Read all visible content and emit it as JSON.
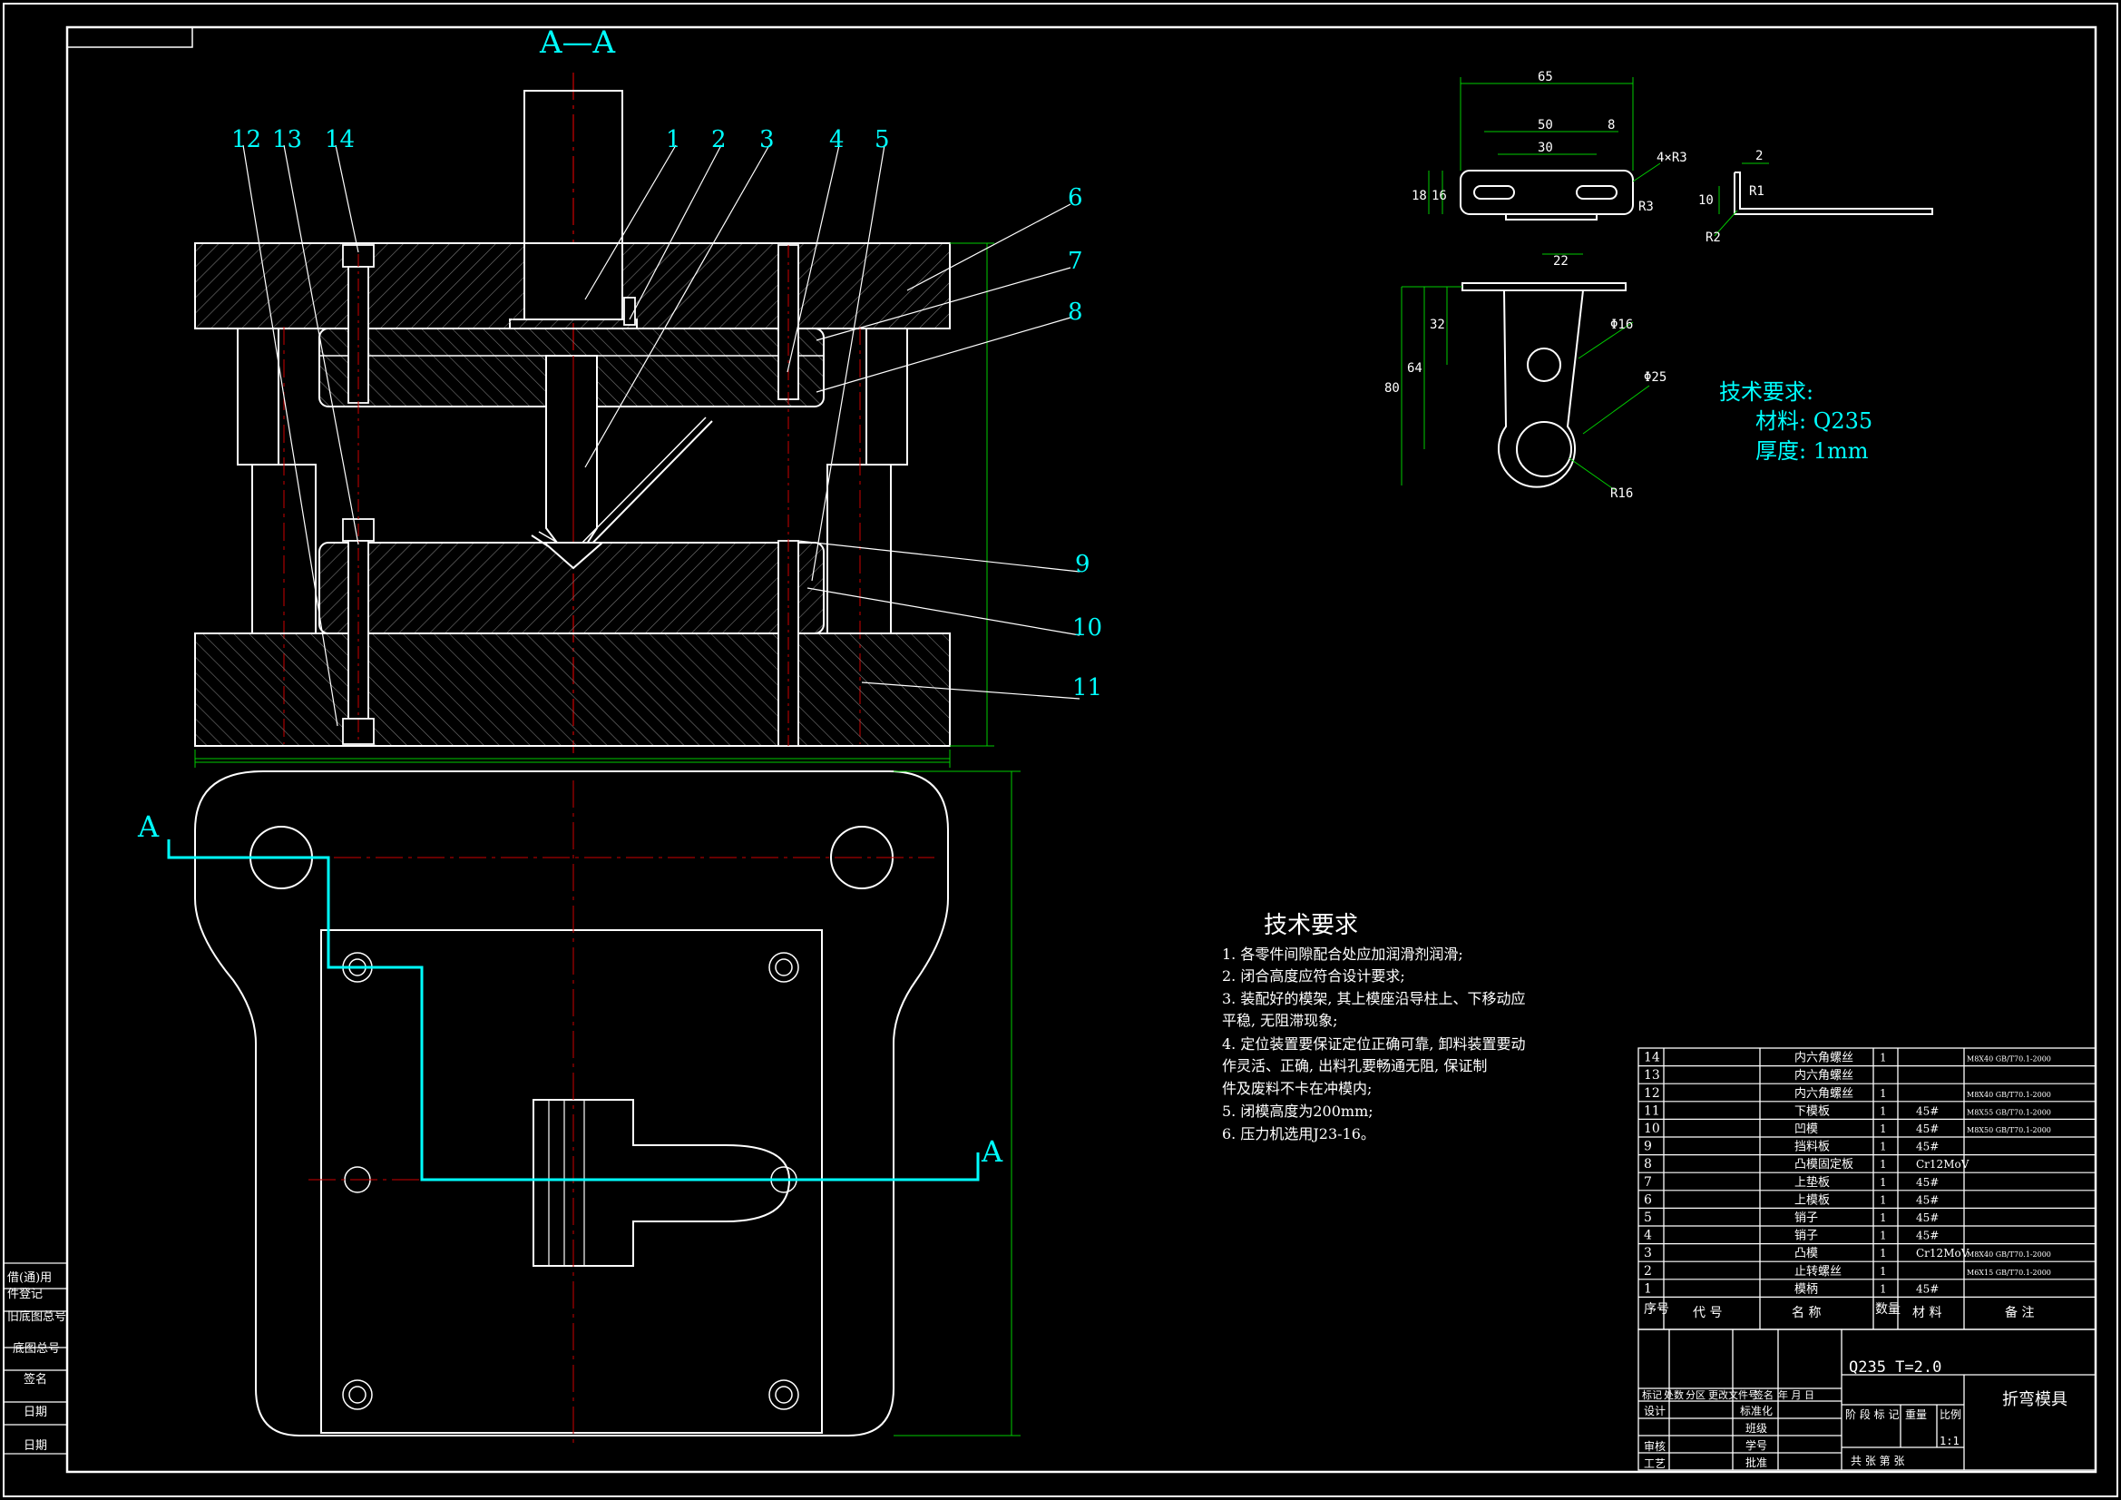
{
  "section_label": "A—A",
  "cut_labels": [
    "A",
    "A"
  ],
  "part_callouts": [
    "1",
    "2",
    "3",
    "4",
    "5",
    "6",
    "7",
    "8",
    "9",
    "10",
    "11",
    "12",
    "13",
    "14"
  ],
  "part_dims": {
    "top_view": [
      "65",
      "50",
      "30",
      "8",
      "4×R3",
      "18",
      "16",
      "R3"
    ],
    "side_view": [
      "2",
      "R1",
      "10",
      "R2"
    ],
    "front_view": [
      "22",
      "32",
      "64",
      "80",
      "Φ16",
      "Φ25",
      "R16"
    ]
  },
  "part_requirements": {
    "title": "技术要求:",
    "material": "材料: Q235",
    "thickness": "厚度: 1mm"
  },
  "assembly_requirements": {
    "title": "技术要求",
    "items": [
      "1. 各零件间隙配合处应加润滑剂润滑;",
      "2. 闭合高度应符合设计要求;",
      "3. 装配好的模架, 其上模座沿导柱上、下移动应",
      "   平稳, 无阻滞现象;",
      "4. 定位装置要保证定位正确可靠, 卸料装置要动",
      "   作灵活、正确, 出料孔要畅通无阻, 保证制",
      "   件及废料不卡在冲模内;",
      "5. 闭模高度为200mm;",
      "6. 压力机选用J23-16。"
    ]
  },
  "bom": {
    "rows": [
      {
        "no": "14",
        "name": "内六角螺丝",
        "qty": "1",
        "mat": "",
        "note": "M8X40 GB/T70.1-2000"
      },
      {
        "no": "13",
        "name": "内六角螺丝",
        "qty": "",
        "mat": "",
        "note": ""
      },
      {
        "no": "12",
        "name": "内六角螺丝",
        "qty": "1",
        "mat": "",
        "note": "M8X40 GB/T70.1-2000"
      },
      {
        "no": "11",
        "name": "下模板",
        "qty": "1",
        "mat": "45#",
        "note": "M8X55 GB/T70.1-2000"
      },
      {
        "no": "10",
        "name": "凹模",
        "qty": "1",
        "mat": "45#",
        "note": "M8X50 GB/T70.1-2000"
      },
      {
        "no": "9",
        "name": "挡料板",
        "qty": "1",
        "mat": "45#",
        "note": ""
      },
      {
        "no": "8",
        "name": "凸模固定板",
        "qty": "1",
        "mat": "Cr12MoV",
        "note": ""
      },
      {
        "no": "7",
        "name": "上垫板",
        "qty": "1",
        "mat": "45#",
        "note": ""
      },
      {
        "no": "6",
        "name": "上模板",
        "qty": "1",
        "mat": "45#",
        "note": ""
      },
      {
        "no": "5",
        "name": "销子",
        "qty": "1",
        "mat": "45#",
        "note": ""
      },
      {
        "no": "4",
        "name": "销子",
        "qty": "1",
        "mat": "45#",
        "note": ""
      },
      {
        "no": "3",
        "name": "凸模",
        "qty": "1",
        "mat": "Cr12MoV",
        "note": "M8X40 GB/T70.1-2000"
      },
      {
        "no": "2",
        "name": "止转螺丝",
        "qty": "1",
        "mat": "",
        "note": "M6X15 GB/T70.1-2000"
      },
      {
        "no": "1",
        "name": "模柄",
        "qty": "1",
        "mat": "45#",
        "note": ""
      }
    ],
    "header": {
      "no": "序号",
      "code": "代 号",
      "name": "名 称",
      "qty": "数量",
      "mat": "材 料",
      "note": "备 注"
    }
  },
  "title_block": {
    "material_spec": "Q235 T=2.0",
    "drawing_name": "折弯模具",
    "row_labels": [
      "标记",
      "处数",
      "分区",
      "更改文件号",
      "签名",
      "年 月 日"
    ],
    "roles": [
      "设计",
      "审核",
      "工艺"
    ],
    "roles2": [
      "标准化",
      "班级",
      "学号",
      "批准"
    ],
    "stage_labels": [
      "阶 段 标 记",
      "重量",
      "比例"
    ],
    "scale": "1:1",
    "sheet": "共   张   第   张"
  },
  "side_stamp": [
    "借(通)用",
    "件登记",
    "旧底图总号",
    "底图总号",
    "签名",
    "日期",
    "日期"
  ]
}
